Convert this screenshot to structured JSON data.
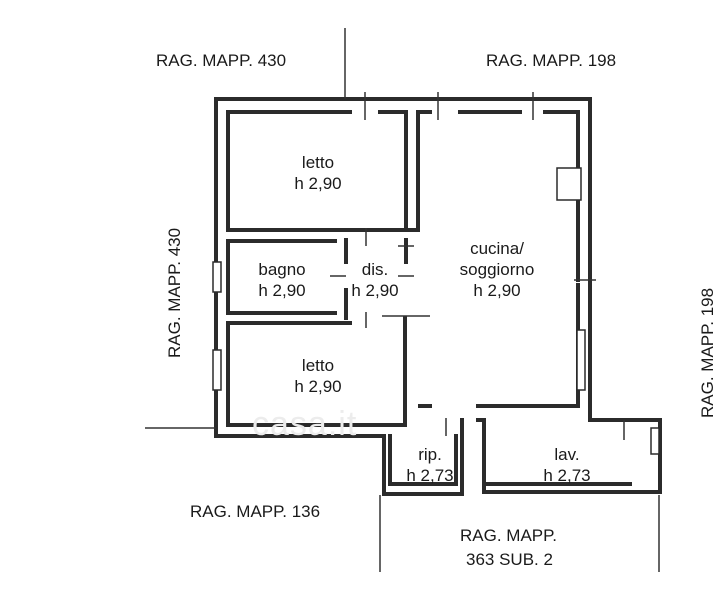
{
  "neighbors": {
    "top_left": "RAG. MAPP. 430",
    "top_right": "RAG. MAPP. 198",
    "left": "RAG. MAPP. 430",
    "right": "RAG. MAPP. 198",
    "bottom_left": "RAG. MAPP. 136",
    "bottom_right_line1": "RAG. MAPP.",
    "bottom_right_line2": "363 SUB. 2"
  },
  "rooms": {
    "letto_top": {
      "name": "letto",
      "height": "h 2,90"
    },
    "bagno": {
      "name": "bagno",
      "height": "h 2,90"
    },
    "dis": {
      "name": "dis.",
      "height": "h 2,90"
    },
    "letto_bottom": {
      "name": "letto",
      "height": "h 2,90"
    },
    "cucina": {
      "name_line1": "cucina/",
      "name_line2": "soggiorno",
      "height": "h 2,90"
    },
    "rip": {
      "name": "rip.",
      "height": "h 2,73"
    },
    "lav": {
      "name": "lav.",
      "height": "h 2,73"
    }
  },
  "watermark": "casa.it",
  "colors": {
    "wall": "#2b2b2b",
    "line": "#333333",
    "text": "#1a1a1a"
  }
}
